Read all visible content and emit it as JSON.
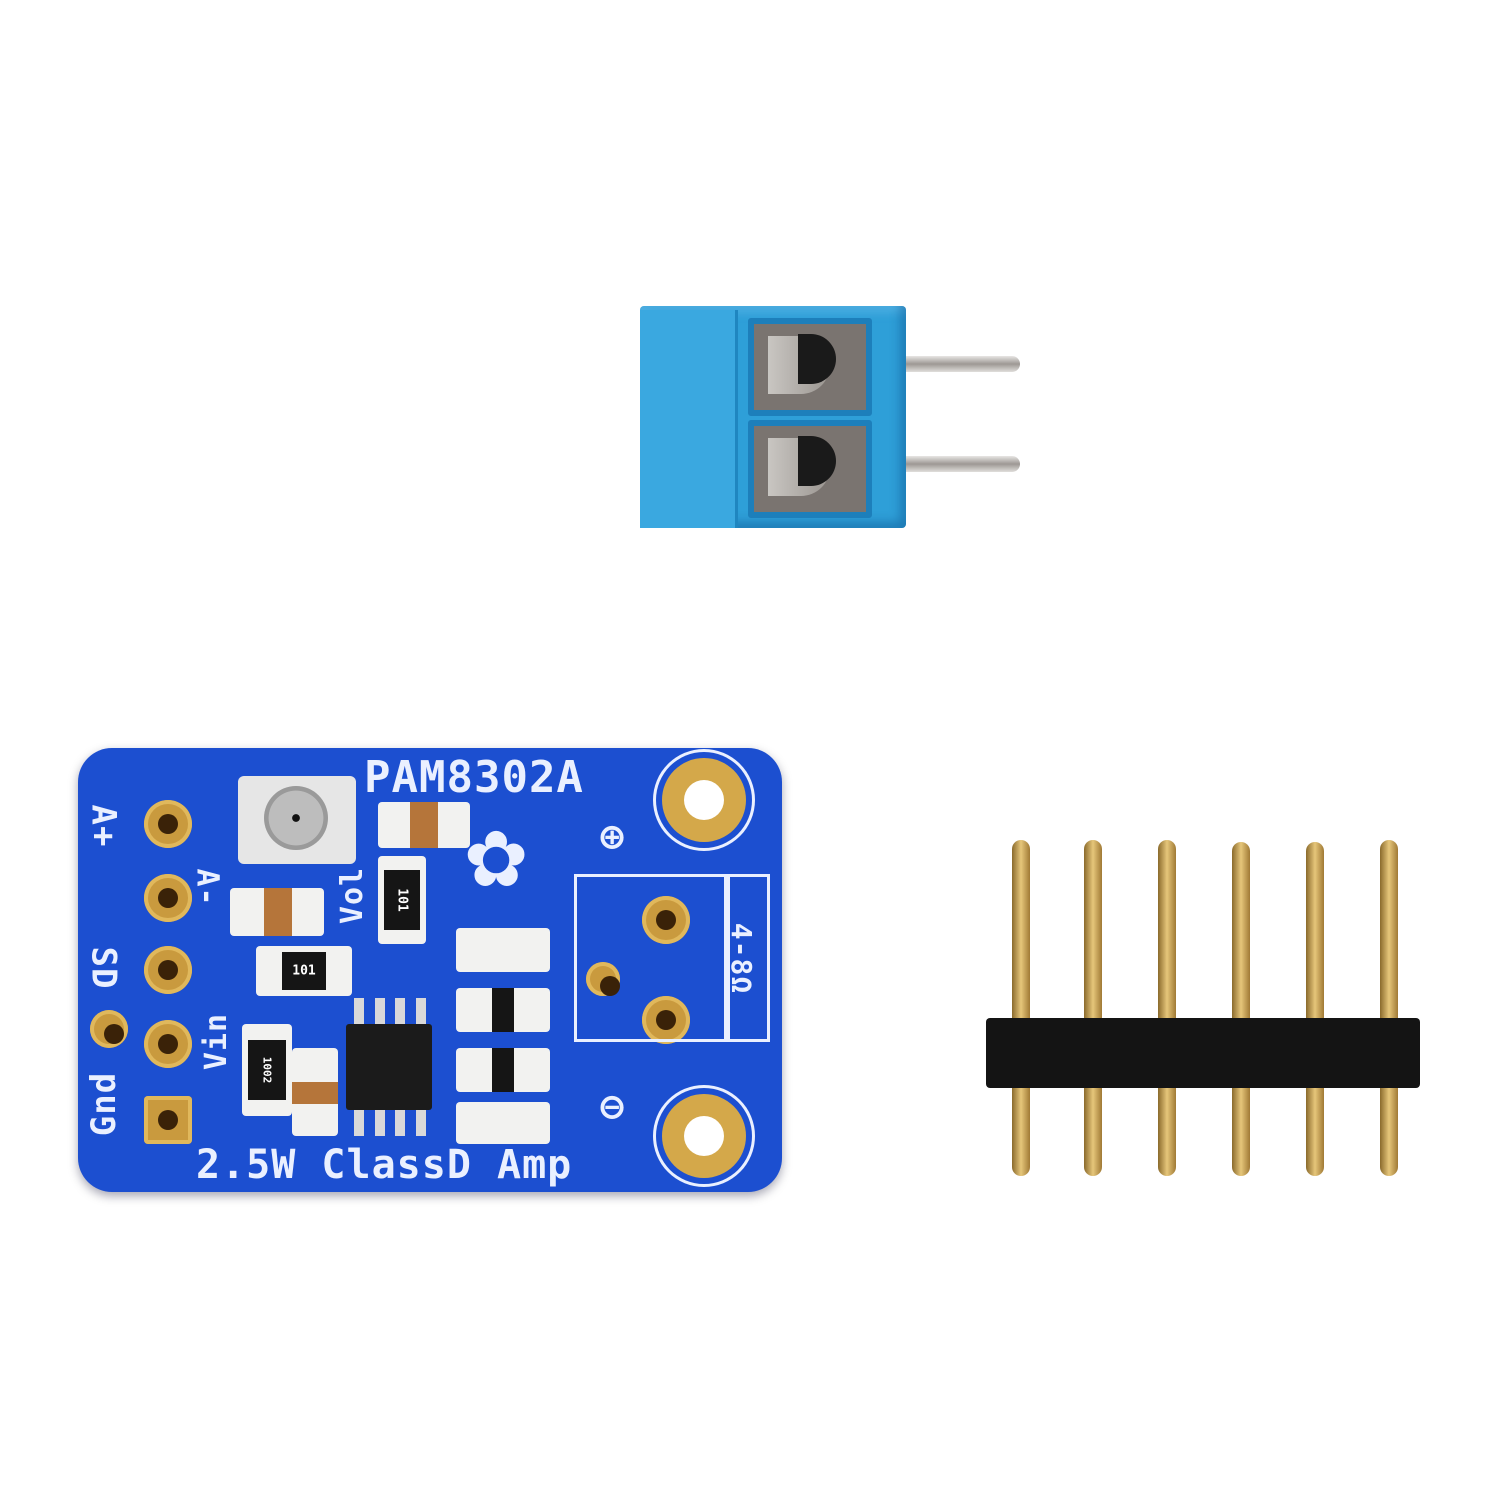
{
  "scene": {
    "description": "Product photo of an amplifier breakout kit on white background",
    "background_color": "#ffffff"
  },
  "terminal_block": {
    "label": "2-position screw terminal block",
    "color": "#2e9fd8",
    "positions": 2
  },
  "pcb": {
    "color": "#1c4fd0",
    "title": "PAM8302A",
    "subtitle": "2.5W ClassD Amp",
    "pin_labels": [
      "A+",
      "A-",
      "SD",
      "Vin",
      "Gnd"
    ],
    "pot_label": "Vol",
    "speaker_label": "4-8Ω",
    "plus_symbol": "⊕",
    "minus_symbol": "⊖",
    "resistor_codes": [
      "101",
      "101",
      "1002"
    ],
    "logo": "flower-star"
  },
  "header": {
    "label": "6-pin male header strip",
    "pin_count": 6
  }
}
